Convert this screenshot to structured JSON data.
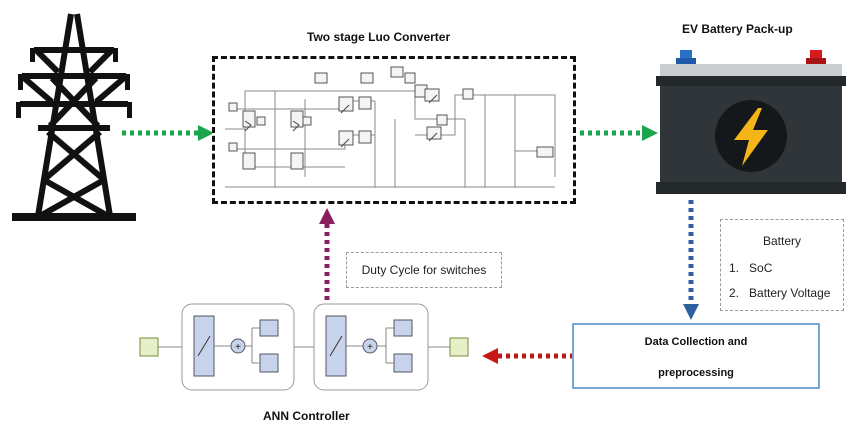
{
  "converter": {
    "title": "Two stage Luo Converter"
  },
  "battery": {
    "title": "EV Battery Pack-up"
  },
  "duty": {
    "label": "Duty Cycle for switches"
  },
  "battery_info": {
    "title": "Battery",
    "items": [
      "SoC",
      "Battery Voltage"
    ]
  },
  "data_collection": {
    "line1": "Data Collection and",
    "line2": "preprocessing"
  },
  "ann": {
    "title": "ANN Controller"
  },
  "colors": {
    "green_arrow": "#1aa64a",
    "purple_arrow": "#8b1e5c",
    "red_arrow": "#c41818",
    "blue_arrow": "#2e5fa3",
    "battery_body": "#2f3539",
    "battery_top": "#c9cdd0",
    "terminal_blue": "#2a6fc9",
    "terminal_red": "#d51c1c",
    "bolt": "#f5b417"
  }
}
